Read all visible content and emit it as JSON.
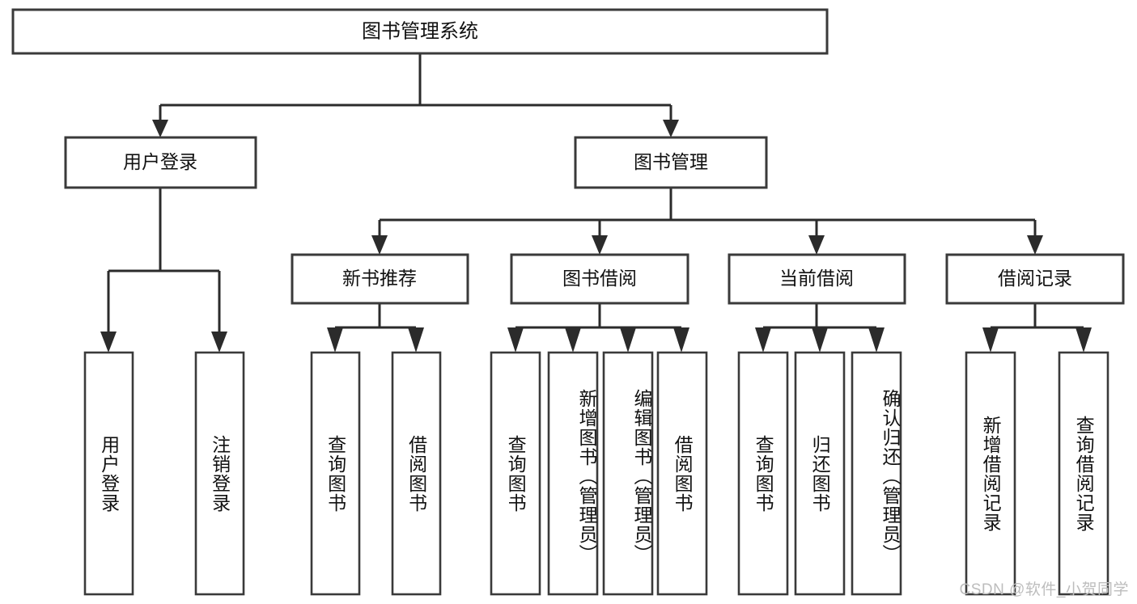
{
  "diagram": {
    "kind": "hierarchy-tree",
    "title": "图书管理系统",
    "root": {
      "id": "root",
      "label": "图书管理系统"
    },
    "level1": [
      {
        "id": "user-login",
        "label": "用户登录"
      },
      {
        "id": "book-manage",
        "label": "图书管理"
      }
    ],
    "level2": [
      {
        "id": "new-book-recommend",
        "label": "新书推荐",
        "parent": "book-manage"
      },
      {
        "id": "book-borrow",
        "label": "图书借阅",
        "parent": "book-manage"
      },
      {
        "id": "current-borrow",
        "label": "当前借阅",
        "parent": "book-manage"
      },
      {
        "id": "borrow-record",
        "label": "借阅记录",
        "parent": "book-manage"
      }
    ],
    "leaves": {
      "user-login": [
        {
          "id": "leaf-user-login",
          "label": "用户登录"
        },
        {
          "id": "leaf-logout",
          "label": "注销登录"
        }
      ],
      "new-book-recommend": [
        {
          "id": "leaf-query-book-1",
          "label": "查询图书"
        },
        {
          "id": "leaf-borrow-book-1",
          "label": "借阅图书"
        }
      ],
      "book-borrow": [
        {
          "id": "leaf-query-book-2",
          "label": "查询图书"
        },
        {
          "id": "leaf-add-book",
          "label": "新增图书（管理员）"
        },
        {
          "id": "leaf-edit-book",
          "label": "编辑图书（管理员）"
        },
        {
          "id": "leaf-borrow-book-2",
          "label": "借阅图书"
        }
      ],
      "current-borrow": [
        {
          "id": "leaf-query-book-3",
          "label": "查询图书"
        },
        {
          "id": "leaf-return-book",
          "label": "归还图书"
        },
        {
          "id": "leaf-confirm-return",
          "label": "确认归还（管理员）"
        }
      ],
      "borrow-record": [
        {
          "id": "leaf-add-record",
          "label": "新增借阅记录"
        },
        {
          "id": "leaf-query-record",
          "label": "查询借阅记录"
        }
      ]
    }
  },
  "watermark": {
    "text": "CSDN @软件_小贺同学"
  },
  "colors": {
    "box_stroke": "#3a3a3a",
    "connector": "#2b2b2b",
    "box_fill": "#ffffff",
    "text": "#111111",
    "watermark": "#bdbdbd",
    "background": "#ffffff"
  }
}
